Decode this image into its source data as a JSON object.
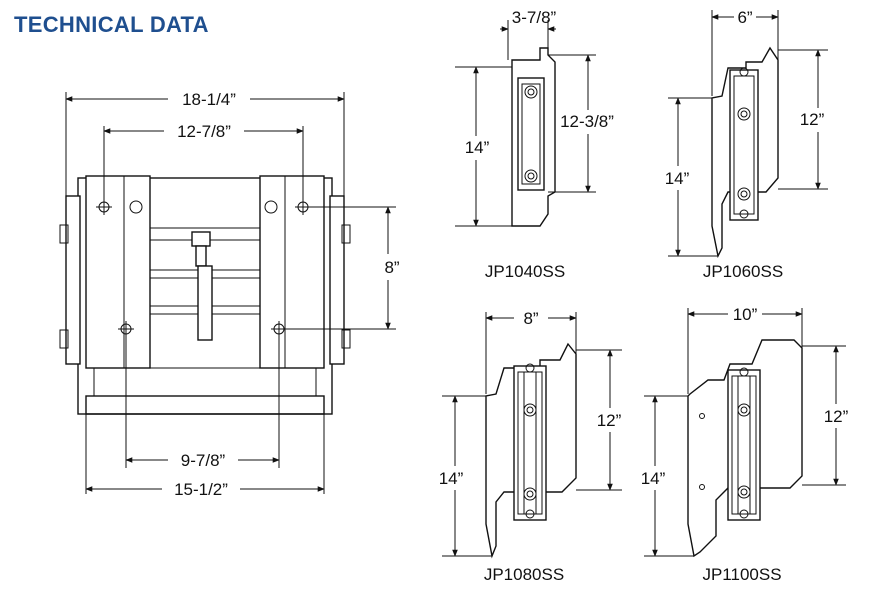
{
  "title": "TECHNICAL DATA",
  "colors": {
    "title": "#1f4f8f",
    "line": "#111111"
  },
  "front_view": {
    "dims": {
      "overall_top": "18-1/4”",
      "hole_spacing_top": "12-7/8”",
      "vertical_hole": "8”",
      "hole_spacing_bottom": "9-7/8”",
      "overall_bottom": "15-1/2”"
    }
  },
  "models": [
    {
      "name": "JP1040SS",
      "offset": "3-7/8”",
      "left_height": "14”",
      "right_height": "12-3/8”"
    },
    {
      "name": "JP1060SS",
      "offset": "6”",
      "left_height": "14”",
      "right_height": "12”"
    },
    {
      "name": "JP1080SS",
      "offset": "8”",
      "left_height": "14”",
      "right_height": "12”"
    },
    {
      "name": "JP1100SS",
      "offset": "10”",
      "left_height": "14”",
      "right_height": "12”"
    }
  ]
}
